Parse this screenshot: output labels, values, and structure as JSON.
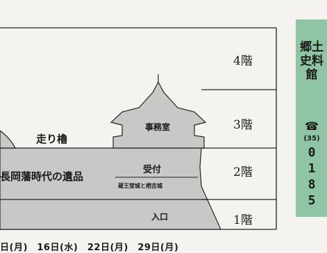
{
  "floors": [
    "4階",
    "3階",
    "2階",
    "1階"
  ],
  "rooms": {
    "hashiri_yagura": "走り櫓",
    "office": "事務室",
    "relics": "長岡藩時代の遺品",
    "reception": "受付",
    "castle_note": "蔵王堂城と栖吉城",
    "entrance": "入口"
  },
  "dates_line": "日(月)　16日(水)　22日(月)　29日(月)",
  "side_tab": {
    "title": "郷土史料館",
    "phone_icon": "☎",
    "area_code": "(35)",
    "number": "0185"
  },
  "colors": {
    "paper": "#f4f3ef",
    "building_fill": "#c8c8c6",
    "tab_green": "#8fc5a4"
  }
}
